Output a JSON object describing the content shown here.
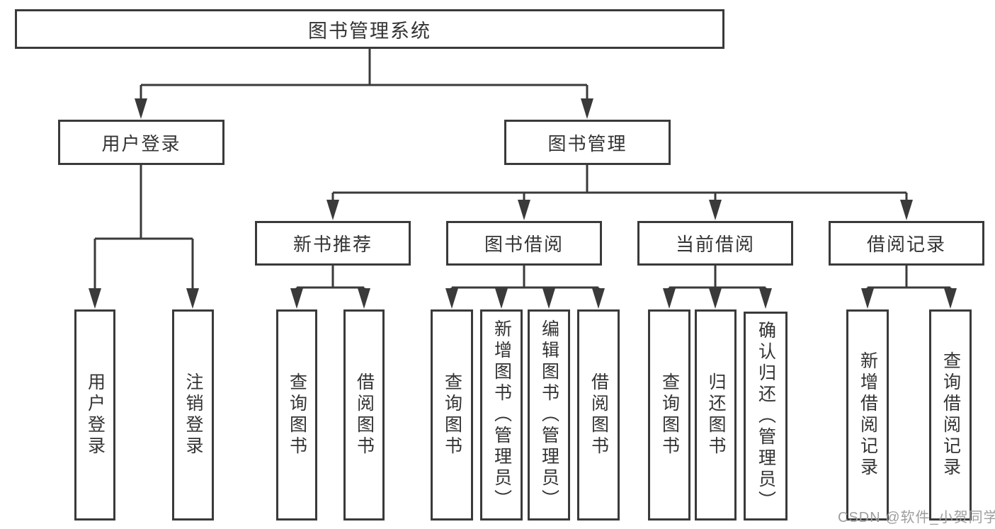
{
  "diagram": {
    "root": "图书管理系统",
    "level2": [
      "用户登录",
      "图书管理"
    ],
    "level3": [
      "新书推荐",
      "图书借阅",
      "当前借阅",
      "借阅记录"
    ],
    "leaves": {
      "user_login": [
        "用户登录",
        "注销登录"
      ],
      "new_books": [
        "查询图书",
        "借阅图书"
      ],
      "book_borrow": [
        "查询图书",
        "新增图书（管理员）",
        "编辑图书（管理员）",
        "借阅图书"
      ],
      "current_borrow": [
        "查询图书",
        "归还图书",
        "确认归还（管理员）"
      ],
      "borrow_records": [
        "新增借阅记录",
        "查询借阅记录"
      ]
    }
  },
  "watermark": "CSDN @软件_小贺同学",
  "colors": {
    "line": "#3a3a3a",
    "text": "#333333",
    "watermark": "#9e9e9e",
    "background": "#ffffff"
  }
}
